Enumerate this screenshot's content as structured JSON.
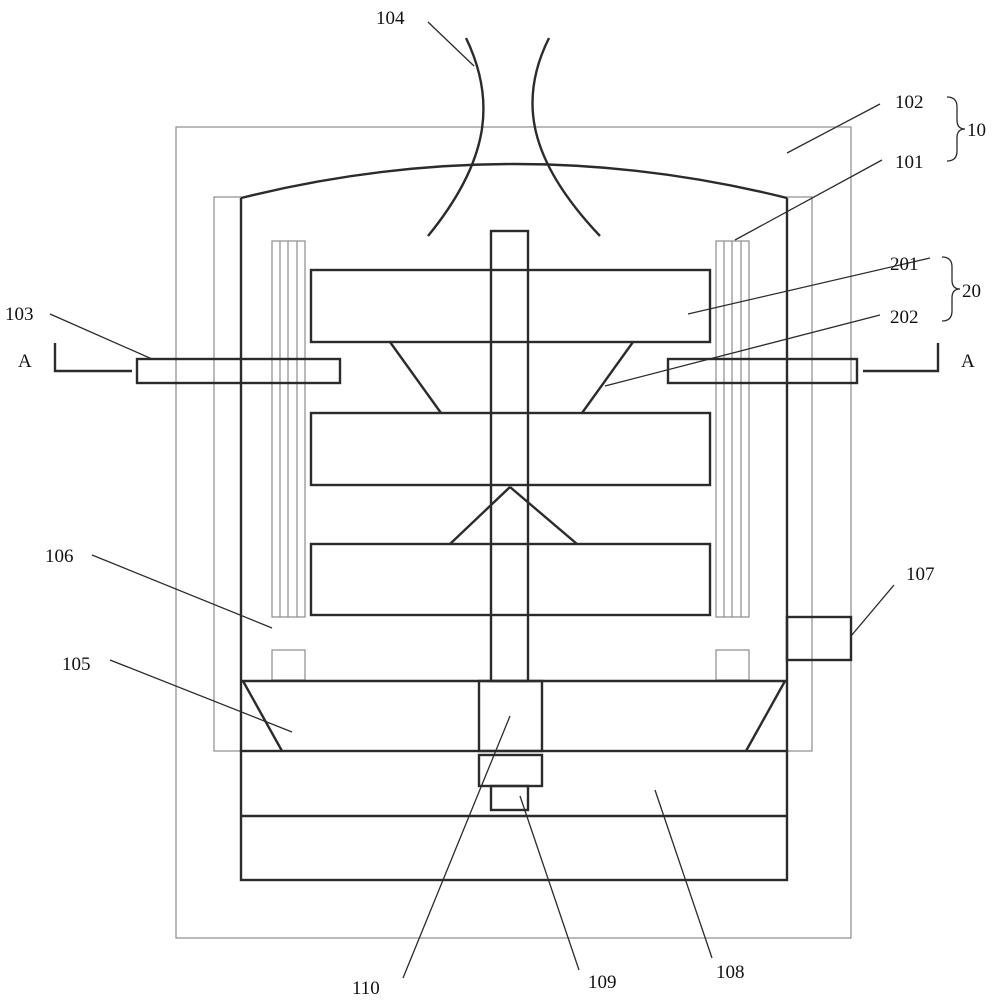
{
  "labels": {
    "l104": "104",
    "l102": "102",
    "l10": "10",
    "l101": "101",
    "l201": "201",
    "l20": "20",
    "l202": "202",
    "l103": "103",
    "section_left": "A",
    "section_right": "A",
    "l106": "106",
    "l107": "107",
    "l105": "105",
    "l110": "110",
    "l109": "109",
    "l108": "108"
  }
}
